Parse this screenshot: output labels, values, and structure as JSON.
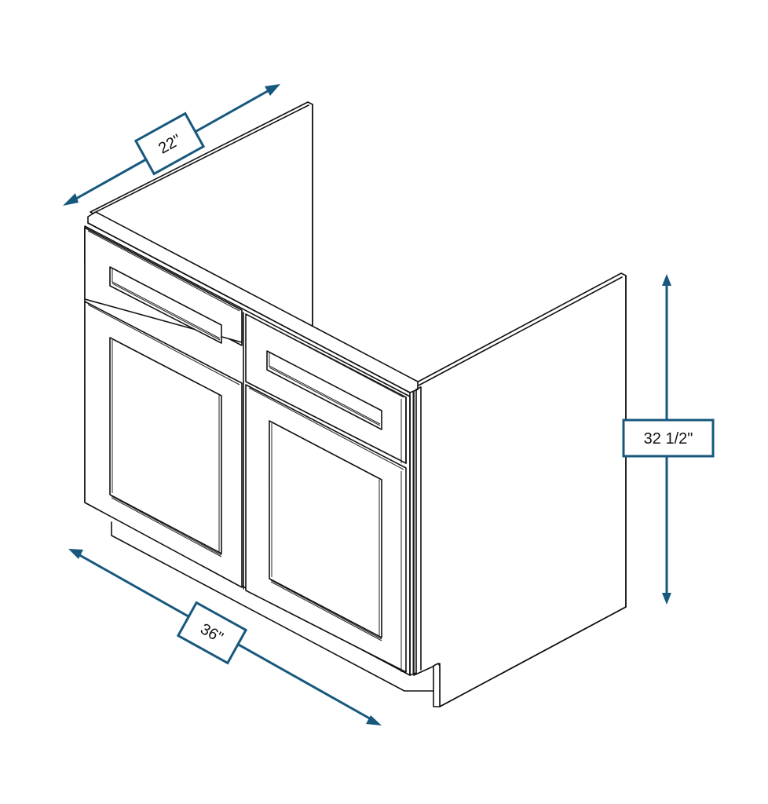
{
  "diagram": {
    "subject": "Base sink cabinet with two false drawer fronts and two doors, open top",
    "dimensions": {
      "depth": {
        "label": "22\"",
        "axis": "depth"
      },
      "height": {
        "label": "32 1/2\"",
        "axis": "height"
      },
      "width": {
        "label": "36\"",
        "axis": "width"
      }
    },
    "colors": {
      "dimension_line": "#17587d",
      "outline": "#111111",
      "background": "#ffffff"
    }
  }
}
